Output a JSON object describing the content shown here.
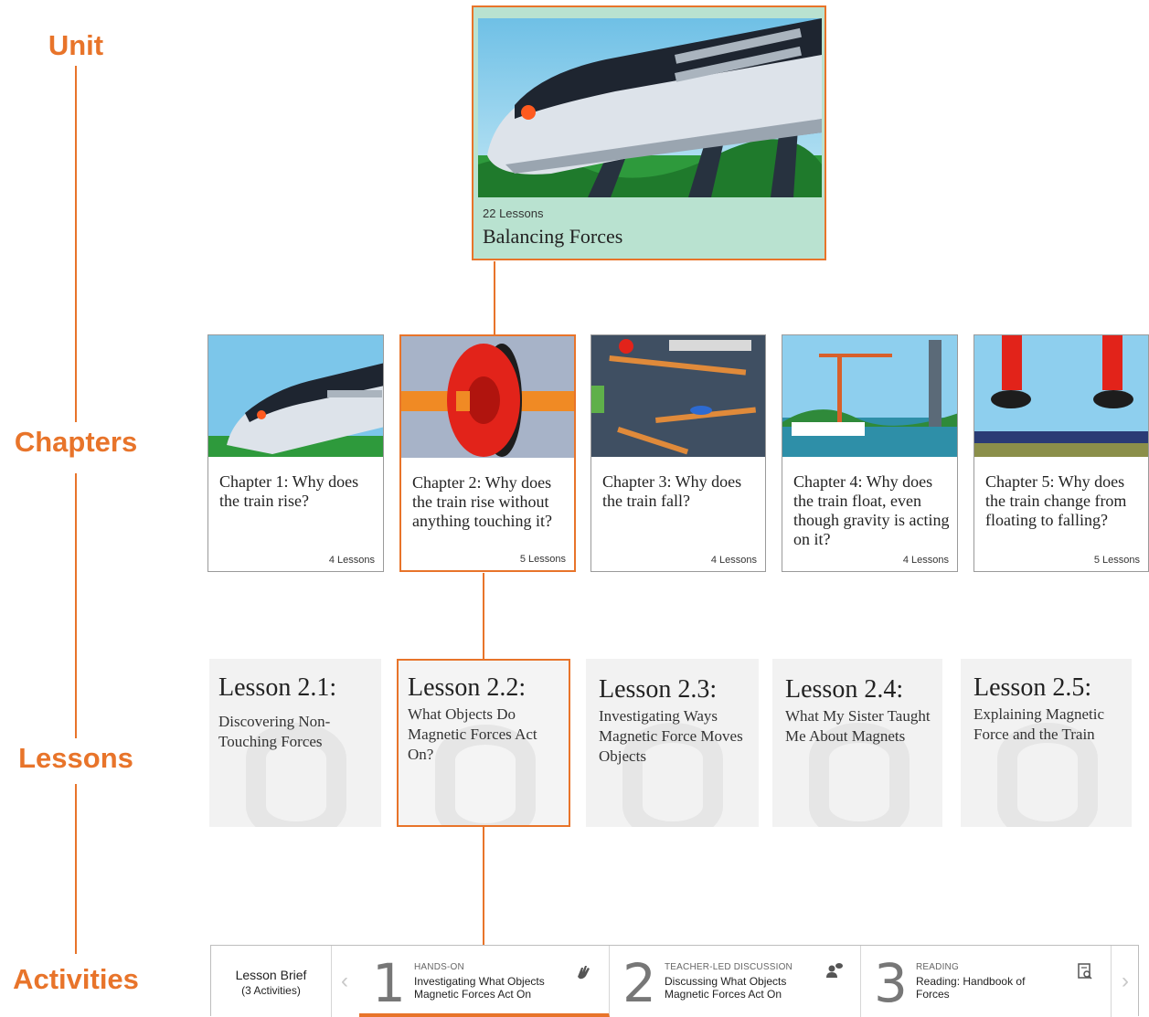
{
  "levels": {
    "unit": "Unit",
    "chapters": "Chapters",
    "lessons": "Lessons",
    "activities": "Activities"
  },
  "unit": {
    "lessons_count": "22 Lessons",
    "title": "Balancing Forces"
  },
  "chapters": [
    {
      "title": "Chapter 1: Why does the train rise?",
      "count": "4 Lessons"
    },
    {
      "title": "Chapter 2: Why does the train rise without anything touching it?",
      "count": "5 Lessons"
    },
    {
      "title": "Chapter 3: Why does the train fall?",
      "count": "4 Lessons"
    },
    {
      "title": "Chapter 4: Why does the train float, even though gravity is acting on it?",
      "count": "4 Lessons"
    },
    {
      "title": "Chapter 5: Why does the train change from floating to falling?",
      "count": "5 Lessons"
    }
  ],
  "lessons": [
    {
      "number": "Lesson 2.1:",
      "title": "Discovering Non-Touching Forces"
    },
    {
      "number": "Lesson 2.2:",
      "title": "What Objects Do Magnetic Forces Act On?"
    },
    {
      "number": "Lesson 2.3:",
      "title": "Investigating Ways Magnetic Force Moves Objects"
    },
    {
      "number": "Lesson 2.4:",
      "title": "What My Sister Taught Me About Magnets"
    },
    {
      "number": "Lesson 2.5:",
      "title": "Explaining Magnetic Force and the Train"
    }
  ],
  "activities_bar": {
    "brief_title": "Lesson Brief",
    "brief_count": "(3 Activities)",
    "items": [
      {
        "num": "1",
        "type": "HANDS-ON",
        "name": "Investigating What Objects Magnetic Forces Act On",
        "icon": "hand-icon"
      },
      {
        "num": "2",
        "type": "TEACHER-LED DISCUSSION",
        "name": "Discussing What Objects Magnetic Forces Act On",
        "icon": "discussion-icon"
      },
      {
        "num": "3",
        "type": "READING",
        "name": "Reading: Handbook of Forces",
        "icon": "reading-icon"
      }
    ]
  },
  "colors": {
    "accent": "#e8742a"
  }
}
